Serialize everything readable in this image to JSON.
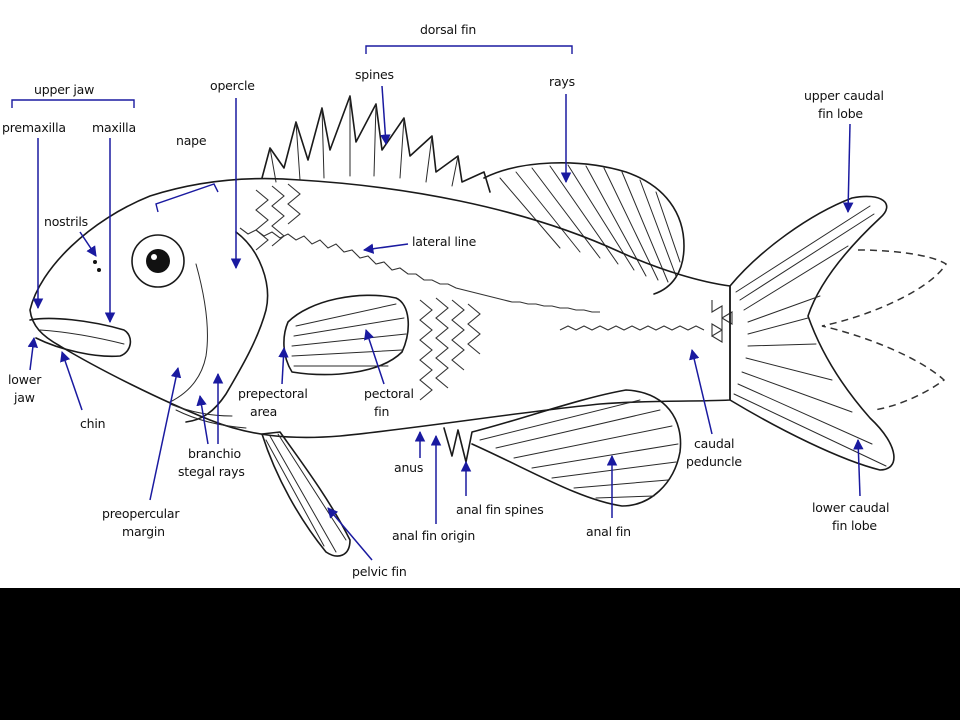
{
  "colors": {
    "arrow": "#1a1aa0",
    "ink": "#1a1a1a",
    "background": "#ffffff",
    "bottom_bar": "#000000"
  },
  "labels": {
    "dorsal_fin": "dorsal fin",
    "spines": "spines",
    "rays": "rays",
    "upper_jaw": "upper jaw",
    "premaxilla": "premaxilla",
    "maxilla": "maxilla",
    "opercle": "opercle",
    "nape": "nape",
    "nostrils": "nostrils",
    "lateral_line": "lateral line",
    "upper_caudal_fin_lobe_1": "upper caudal",
    "upper_caudal_fin_lobe_2": "fin lobe",
    "lower_jaw_1": "lower",
    "lower_jaw_2": "jaw",
    "chin": "chin",
    "prepectoral_area_1": "prepectoral",
    "prepectoral_area_2": "area",
    "pectoral_fin_1": "pectoral",
    "pectoral_fin_2": "fin",
    "branchiostegal_rays_1": "branchio",
    "branchiostegal_rays_2": "stegal rays",
    "anus": "anus",
    "caudal_peduncle_1": "caudal",
    "caudal_peduncle_2": "peduncle",
    "anal_fin_spines": "anal fin spines",
    "anal_fin_origin": "anal fin origin",
    "anal_fin": "anal fin",
    "preopercular_margin_1": "preopercular",
    "preopercular_margin_2": "margin",
    "pelvic_fin": "pelvic fin",
    "lower_caudal_fin_lobe_1": "lower caudal",
    "lower_caudal_fin_lobe_2": "fin lobe"
  }
}
